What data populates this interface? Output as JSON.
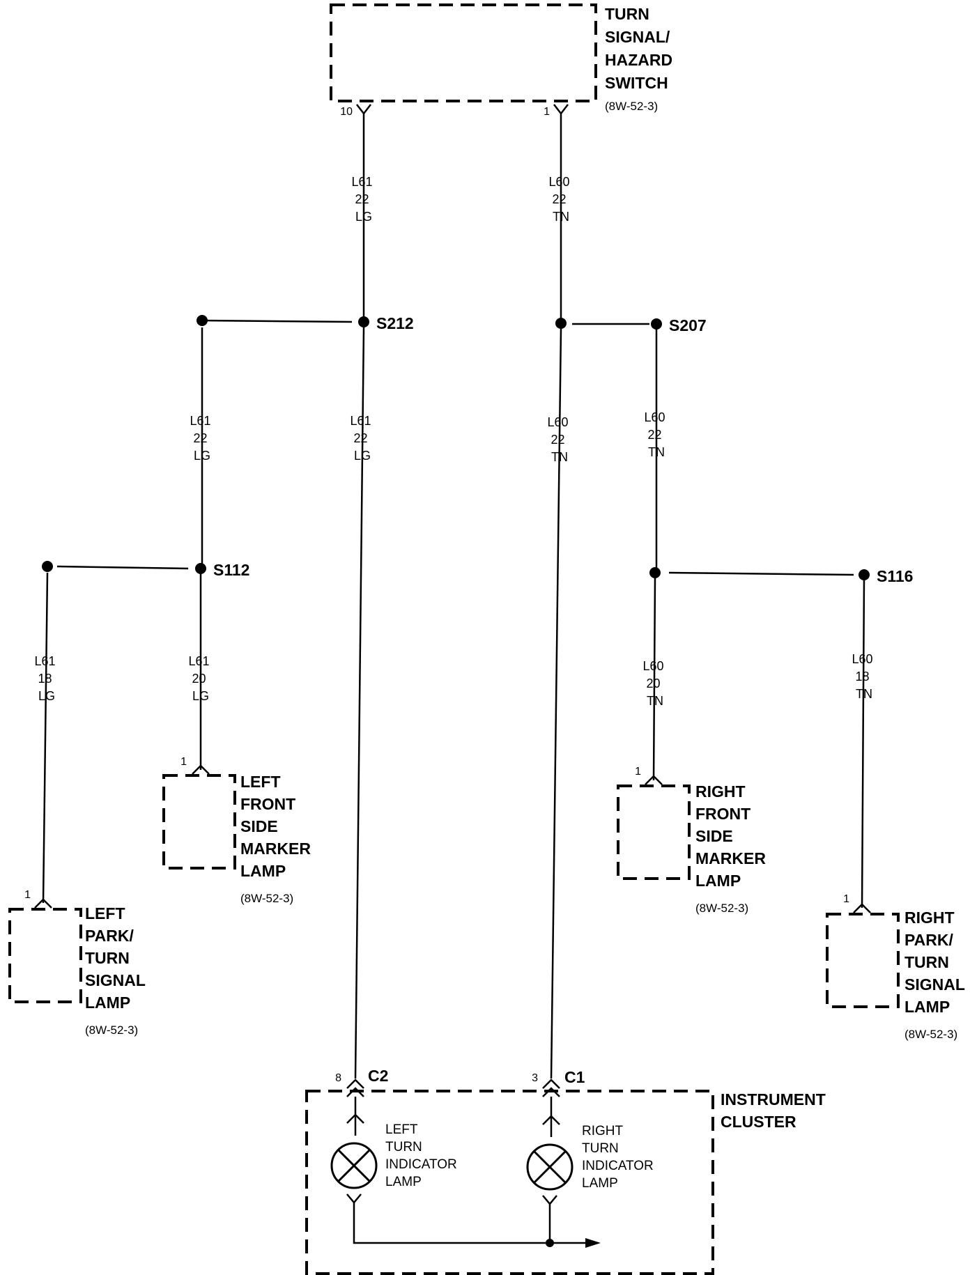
{
  "components": {
    "turn_signal_switch": {
      "name": [
        "TURN",
        "SIGNAL/",
        "HAZARD",
        "SWITCH"
      ],
      "ref": "(8W-52-3)"
    },
    "left_front_side_marker": {
      "name": [
        "LEFT",
        "FRONT",
        "SIDE",
        "MARKER",
        "LAMP"
      ],
      "ref": "(8W-52-3)"
    },
    "left_park_turn": {
      "name": [
        "LEFT",
        "PARK/",
        "TURN",
        "SIGNAL",
        "LAMP"
      ],
      "ref": "(8W-52-3)"
    },
    "right_front_side_marker": {
      "name": [
        "RIGHT",
        "FRONT",
        "SIDE",
        "MARKER",
        "LAMP"
      ],
      "ref": "(8W-52-3)"
    },
    "right_park_turn": {
      "name": [
        "RIGHT",
        "PARK/",
        "TURN",
        "SIGNAL",
        "LAMP"
      ],
      "ref": "(8W-52-3)"
    },
    "instrument_cluster": {
      "name": [
        "INSTRUMENT",
        "CLUSTER"
      ]
    }
  },
  "pins": {
    "switch_left": "10",
    "switch_right": "1",
    "left_front_marker": "1",
    "left_park": "1",
    "right_front_marker": "1",
    "right_park": "1",
    "cluster_left": "8",
    "cluster_right": "3"
  },
  "connectors": {
    "left": "C2",
    "right": "C1"
  },
  "splices": {
    "s212": "S212",
    "s207": "S207",
    "s112": "S112",
    "s116": "S116"
  },
  "wires": {
    "switch_l61": [
      "L61",
      "22",
      "LG"
    ],
    "switch_l60": [
      "L60",
      "22",
      "TN"
    ],
    "s212_left": [
      "L61",
      "22",
      "LG"
    ],
    "s212_down": [
      "L61",
      "22",
      "LG"
    ],
    "s207_left": [
      "L60",
      "22",
      "TN"
    ],
    "s207_right": [
      "L60",
      "22",
      "TN"
    ],
    "s112_left": [
      "L61",
      "18",
      "LG"
    ],
    "s112_right": [
      "L61",
      "20",
      "LG"
    ],
    "s116_left": [
      "L60",
      "20",
      "TN"
    ],
    "s116_right": [
      "L60",
      "18",
      "TN"
    ]
  },
  "lamps": {
    "left_indicator": [
      "LEFT",
      "TURN",
      "INDICATOR",
      "LAMP"
    ],
    "right_indicator": [
      "RIGHT",
      "TURN",
      "INDICATOR",
      "LAMP"
    ]
  }
}
